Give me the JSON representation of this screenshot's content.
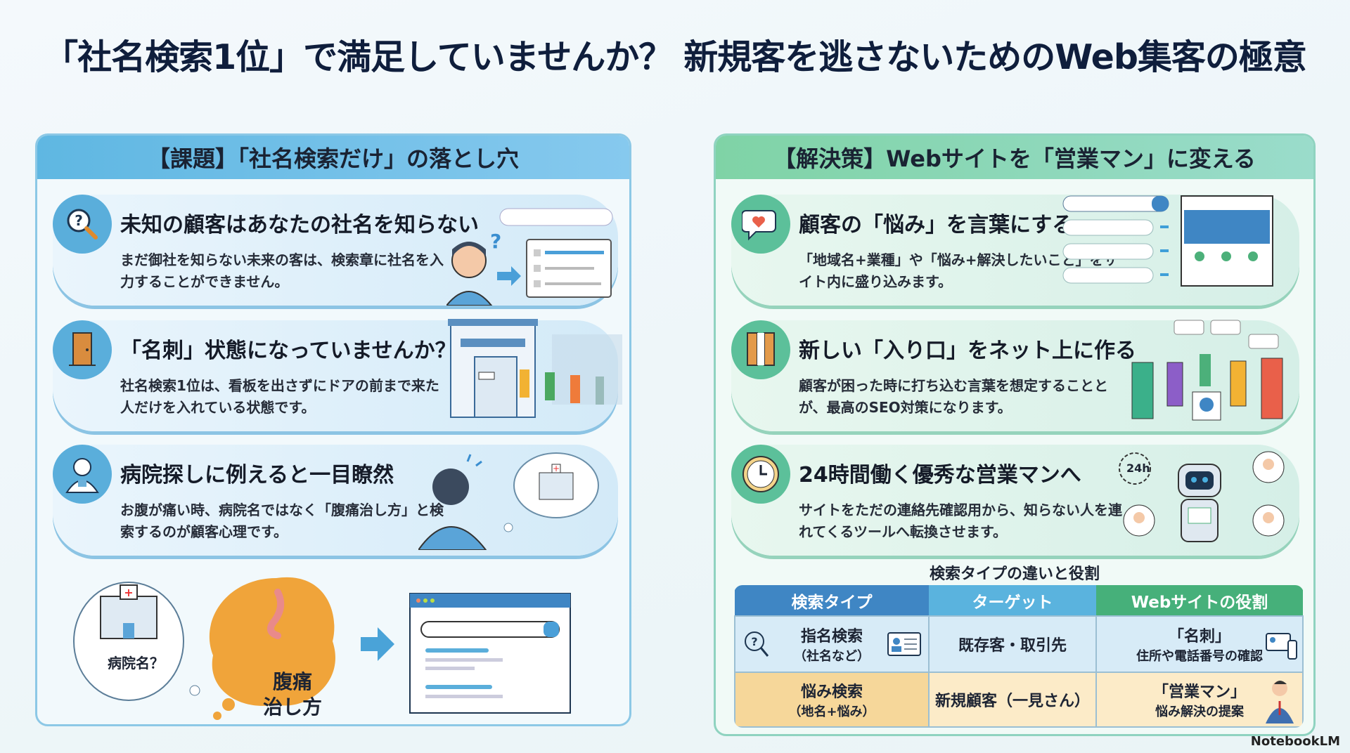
{
  "title": "「社名検索1位」で満足していませんか？ 新規客を逃さないためのWeb集客の極意",
  "left": {
    "header": "【課題】「社名検索だけ」の落とし穴",
    "cards": [
      {
        "title": "未知の顧客はあなたの社名を知らない",
        "body": "まだ御社を知らない未来の客は、検索章に社名を入力することができません。",
        "icon": "magnifier-question-icon"
      },
      {
        "title": "「名刺」状態になっていませんか？",
        "body": "社名検索1位は、看板を出さずにドアの前まで来た人だけを入れている状態です。",
        "icon": "door-icon"
      },
      {
        "title": "病院探しに例えると一目瞭然",
        "body": "お腹が痛い時、病院名ではなく「腹痛治し方」と検索するのが顧客心理です。",
        "icon": "doctor-icon"
      }
    ],
    "illustration": {
      "hospital_thought": "病院名？",
      "search_thought": "腹痛\n治し方",
      "search_line1": "腹痛",
      "search_line2": "治し方"
    }
  },
  "right": {
    "header": "【解決策】Webサイトを「営業マン」に変える",
    "cards": [
      {
        "title": "顧客の「悩み」を言葉にする",
        "body": "「地域名+業種」や「悩み+解決したいこと」をサイト内に盛り込みます。",
        "icon": "heart-chat-icon"
      },
      {
        "title": "新しい「入り口」をネット上に作る",
        "body": "顧客が困った時に打ち込む言葉を想定することとが、最高のSEO対策になります。",
        "icon": "open-door-icon"
      },
      {
        "title": "24時間働く優秀な営業マンへ",
        "body": "サイトをただの連絡先確認用から、知らない人を連れてくるツールへ転換させます。",
        "icon": "clock-icon"
      }
    ],
    "robot_badge": "24h",
    "table": {
      "title": "検索タイプの違いと役割",
      "headers": [
        "検索タイプ",
        "ターゲット",
        "Webサイトの役割"
      ],
      "header_colors": [
        "#3f86c4",
        "#5ab3de",
        "#46b07a"
      ],
      "rows": [
        {
          "type": "指名検索",
          "type_sub": "（社名など）",
          "target": "既存客・取引先",
          "role": "「名刺」",
          "role_sub": "住所や電話番号の確認"
        },
        {
          "type": "悩み検索",
          "type_sub": "（地名+悩み）",
          "target": "新規顧客（一見さん）",
          "role": "「営業マン」",
          "role_sub": "悩み解決の提案"
        }
      ]
    }
  },
  "brand": "NotebookLM"
}
